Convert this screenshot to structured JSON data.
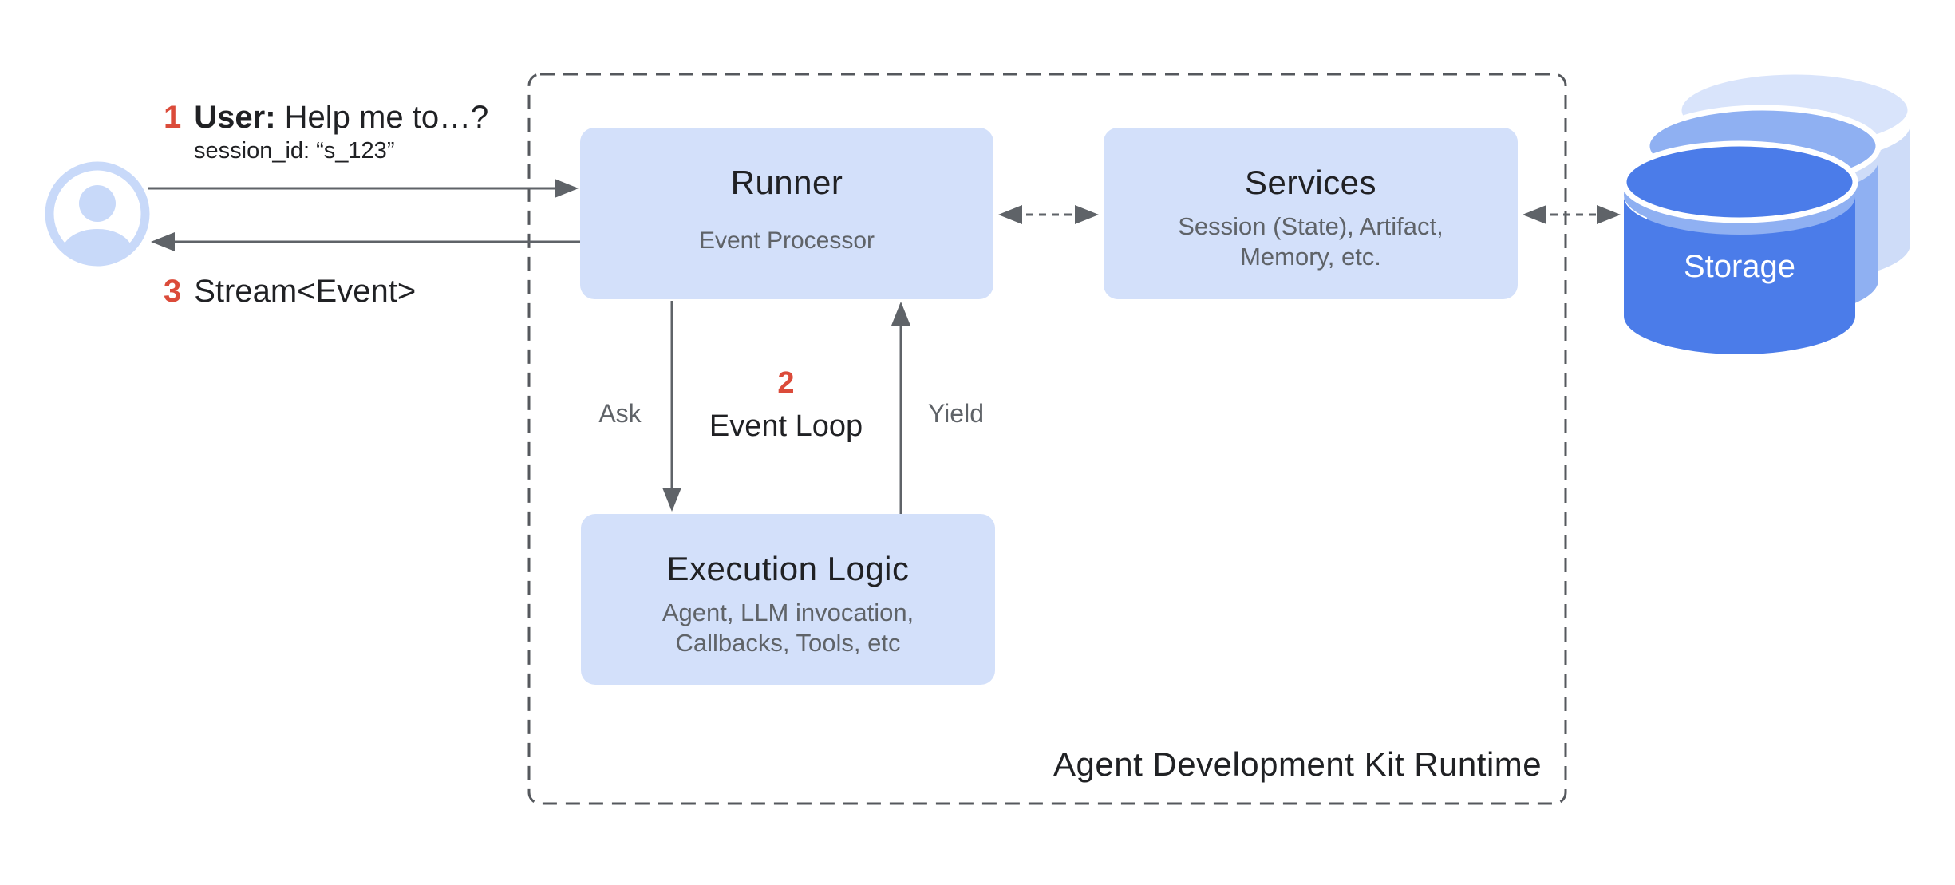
{
  "diagram": {
    "container_label": "Agent Development Kit Runtime",
    "steps": {
      "one": {
        "number": "1",
        "actor_label": "User:",
        "message": "Help me to…?",
        "session": "session_id: “s_123”"
      },
      "two": {
        "number": "2",
        "label": "Event Loop"
      },
      "three": {
        "number": "3",
        "label": "Stream<Event>"
      }
    },
    "nodes": {
      "runner": {
        "title": "Runner",
        "inner_component": "Event Processor"
      },
      "services": {
        "title": "Services",
        "subtitle_lines": [
          "Session (State), Artifact,",
          "Memory, etc."
        ]
      },
      "execution": {
        "title": "Execution Logic",
        "subtitle_lines": [
          "Agent, LLM invocation,",
          "Callbacks, Tools, etc"
        ]
      },
      "storage": {
        "title": "Storage"
      }
    },
    "edge_labels": {
      "ask": "Ask",
      "yield": "Yield"
    },
    "colors": {
      "node_blue": "#D3E0FA",
      "avatar_blue": "#C8D9F9",
      "arrow_gray": "#5F6368",
      "border_gray": "#55585D",
      "accent_red": "#DB4B3A",
      "text_dark": "#202124",
      "text_gray": "#5F6368",
      "storage_front": "#4B7CE9",
      "storage_mid": "#8FB0F2",
      "storage_back_body": "#CEDCF8",
      "storage_back_lid": "#D9E4FB",
      "storage_label_white": "#FFFFFF"
    }
  }
}
